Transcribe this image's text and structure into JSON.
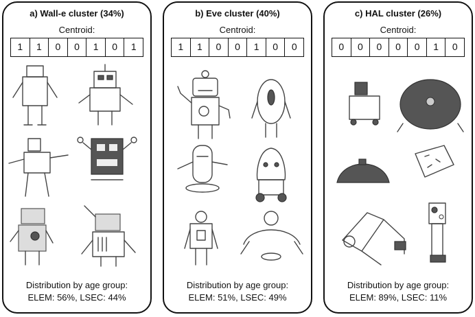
{
  "centroid_label": "Centroid:",
  "distribution_label": "Distribution by age group:",
  "panels": [
    {
      "title": "a) Wall-e cluster (34%)",
      "centroid": [
        "1",
        "1",
        "0",
        "0",
        "1",
        "0",
        "1"
      ],
      "distribution": "ELEM: 56%, LSEC: 44%"
    },
    {
      "title": "b) Eve cluster (40%)",
      "centroid": [
        "1",
        "1",
        "0",
        "0",
        "1",
        "0",
        "0"
      ],
      "distribution": "ELEM: 51%, LSEC: 49%"
    },
    {
      "title": "c) HAL cluster (26%)",
      "centroid": [
        "0",
        "0",
        "0",
        "0",
        "0",
        "1",
        "0"
      ],
      "distribution": "ELEM: 89%, LSEC: 11%"
    }
  ],
  "icons": [
    "robot-drawing-sketch"
  ]
}
